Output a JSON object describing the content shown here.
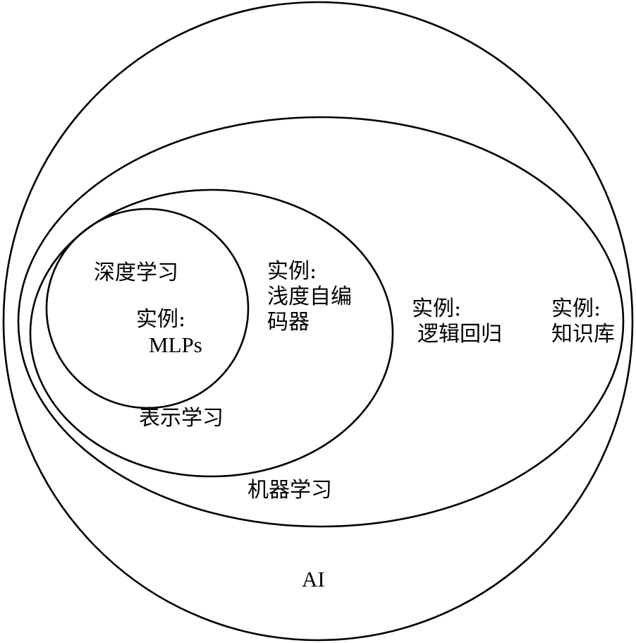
{
  "diagram": {
    "ai": {
      "label": "AI",
      "example_prefix": "实例:",
      "example": "知识库"
    },
    "machine_learning": {
      "label": "机器学习",
      "example_prefix": "实例:",
      "example": "逻辑回归"
    },
    "representation_learning": {
      "label": "表示学习",
      "example_prefix": "实例:",
      "example_line1": "浅度自编",
      "example_line2": "码器"
    },
    "deep_learning": {
      "label": "深度学习",
      "example_prefix": "实例:",
      "example": "MLPs"
    },
    "colors": {
      "stroke": "#000000",
      "background": "#ffffff"
    }
  }
}
